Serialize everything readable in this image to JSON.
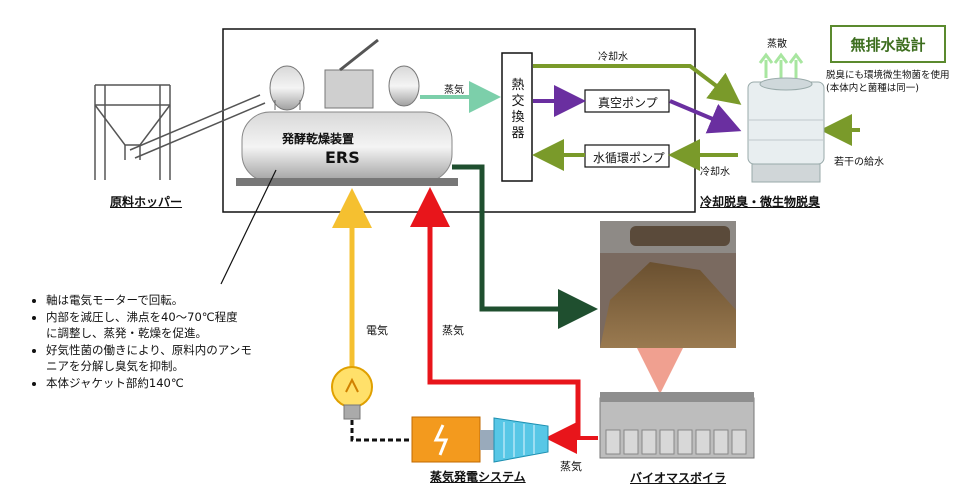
{
  "title_badge": "無排水設計",
  "badge_note_line1": "脱臭にも環境微生物菌を使用",
  "badge_note_line2": "(本体内と菌種は同一)",
  "main_unit": {
    "name": "発酵乾燥装置",
    "code": "ERS"
  },
  "heat_exchanger": "熱交換器",
  "vacuum_pump": "真空ポンプ",
  "water_pump": "水循環ポンプ",
  "labels": {
    "steam_top": "蒸気",
    "cooling_water_top": "冷却水",
    "cooling_water_bottom": "冷却水",
    "evaporation": "蒸散",
    "makeup_water": "若干の給水",
    "electricity": "電気",
    "steam_mid": "蒸気",
    "steam_bottom": "蒸気"
  },
  "component_titles": {
    "hopper": "原料ホッパー",
    "deodorizer": "冷却脱臭・微生物脱臭",
    "power_system": "蒸気発電システム",
    "boiler": "バイオマスボイラ"
  },
  "notes": [
    "軸は電気モーターで回転。",
    "内部を減圧し、沸点を40～70℃程度",
    "に調整し、蒸発・乾燥を促進。",
    "好気性菌の働きにより、原料内のアンモ",
    "ニアを分解し臭気を抑制。",
    "本体ジャケット部約140℃"
  ],
  "colors": {
    "green_flow": "#7a9a2a",
    "purple_flow": "#6a2fa0",
    "steam_flow": "#7ccfaa",
    "dark_green_flow": "#1f4f2f",
    "yellow_flow": "#f5c030",
    "red_flow": "#e8151b",
    "pink_flow": "#f0a090",
    "white_arrow": "#a8e6a0"
  },
  "icons": [
    "hopper-machine-icon",
    "fermentation-dryer-icon",
    "cooling-tower-icon",
    "compost-pile-photo",
    "boiler-machine-icon",
    "light-bulb-icon",
    "generator-icon",
    "turbine-icon"
  ]
}
